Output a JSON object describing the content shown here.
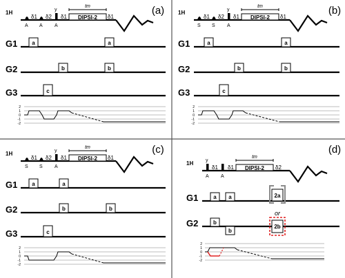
{
  "panels": [
    {
      "id": "a",
      "label": "(a)",
      "channel_labels": {
        "proton": "1H",
        "g1": "G1",
        "g2": "G2",
        "g3": "G3"
      },
      "pulse_labels": [
        "A",
        "A",
        "A"
      ],
      "y_label": "y",
      "delays": [
        "δ1",
        "δ2",
        "δ1",
        "δ1"
      ],
      "tm": "tm",
      "mixing": "DIPSI-2",
      "g1_boxes": [
        "a",
        "a"
      ],
      "g2_boxes": [
        "b",
        "b"
      ],
      "g3_boxes": [
        "c"
      ],
      "coherence_ticks": [
        "2",
        "1",
        "0",
        "-1",
        "-2"
      ]
    },
    {
      "id": "b",
      "label": "(b)",
      "channel_labels": {
        "proton": "1H",
        "g1": "G1",
        "g2": "G2",
        "g3": "G3"
      },
      "pulse_labels": [
        "S",
        "S",
        "A"
      ],
      "y_label": "y",
      "delays": [
        "δ1",
        "δ2",
        "δ1",
        "δ1"
      ],
      "tm": "tm",
      "mixing": "DIPSI-2",
      "g1_boxes": [
        "a",
        "a"
      ],
      "g2_boxes": [
        "b",
        "b"
      ],
      "g3_boxes": [
        "c"
      ],
      "coherence_ticks": [
        "2",
        "1",
        "0",
        "-1",
        "-2"
      ]
    },
    {
      "id": "c",
      "label": "(c)",
      "channel_labels": {
        "proton": "1H",
        "g1": "G1",
        "g2": "G2",
        "g3": "G3"
      },
      "pulse_labels": [
        "S",
        "S",
        "A"
      ],
      "y_label": "y",
      "delays": [
        "δ1",
        "δ2",
        "δ1",
        "δ1"
      ],
      "tm": "tm",
      "mixing": "DIPSI-2",
      "g1_boxes": [
        "a",
        "a"
      ],
      "g2_boxes": [
        "b",
        "b"
      ],
      "g3_boxes": [
        "c"
      ],
      "coherence_ticks": [
        "2",
        "1",
        "0",
        "-1",
        "-2"
      ]
    },
    {
      "id": "d",
      "label": "(d)",
      "channel_labels": {
        "proton": "1H",
        "g1": "G1",
        "g2": "G2"
      },
      "pulse_labels": [
        "A",
        "A"
      ],
      "y_label": "y",
      "delays": [
        "δ1",
        "δ1",
        "δ2"
      ],
      "tm": "tm",
      "mixing": "DIPSI-2",
      "g1_boxes": [
        "a",
        "a",
        "2a"
      ],
      "g2_boxes": [
        "b",
        "b",
        "2b"
      ],
      "or_text": "or",
      "coherence_ticks": [
        "2",
        "1",
        "0",
        "-1",
        "-2"
      ],
      "colors": {
        "highlight_gray": "#8a8a8a",
        "highlight_red": "#e02020"
      }
    }
  ]
}
